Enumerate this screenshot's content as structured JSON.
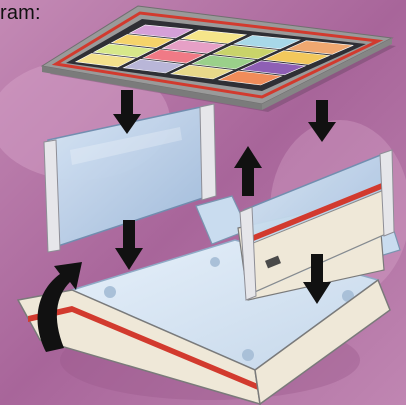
{
  "caption": {
    "text": "ram:"
  },
  "colors": {
    "background": "#b678a6",
    "board_gray": "#9a9a9a",
    "board_red": "#d23a2e",
    "glass": "#b7d3ec",
    "tray_cream": "#efe8d8",
    "tray_floor": "#d8e6f4",
    "arrow": "#111111"
  },
  "tiles": {
    "colors": [
      [
        "#f3e08c",
        "#b9b6d8",
        "#e8d98a",
        "#f08c5a"
      ],
      [
        "#d7e88a",
        "#f07a86",
        "#9ad08a",
        "#8e5fb5"
      ],
      [
        "#f5d36a",
        "#e6a0c6",
        "#c9d36a",
        "#f2c85c"
      ],
      [
        "#d5a0d8",
        "#f5e58a",
        "#a8d8e8",
        "#f0a870"
      ]
    ]
  },
  "arrows": [
    {
      "name": "arrow-down-left-top",
      "direction": "down"
    },
    {
      "name": "arrow-down-right-top",
      "direction": "down"
    },
    {
      "name": "arrow-up-middle",
      "direction": "up"
    },
    {
      "name": "arrow-down-left-mid",
      "direction": "down"
    },
    {
      "name": "arrow-down-right-mid",
      "direction": "down"
    },
    {
      "name": "arrow-fold-up-left",
      "direction": "curved-up"
    }
  ]
}
